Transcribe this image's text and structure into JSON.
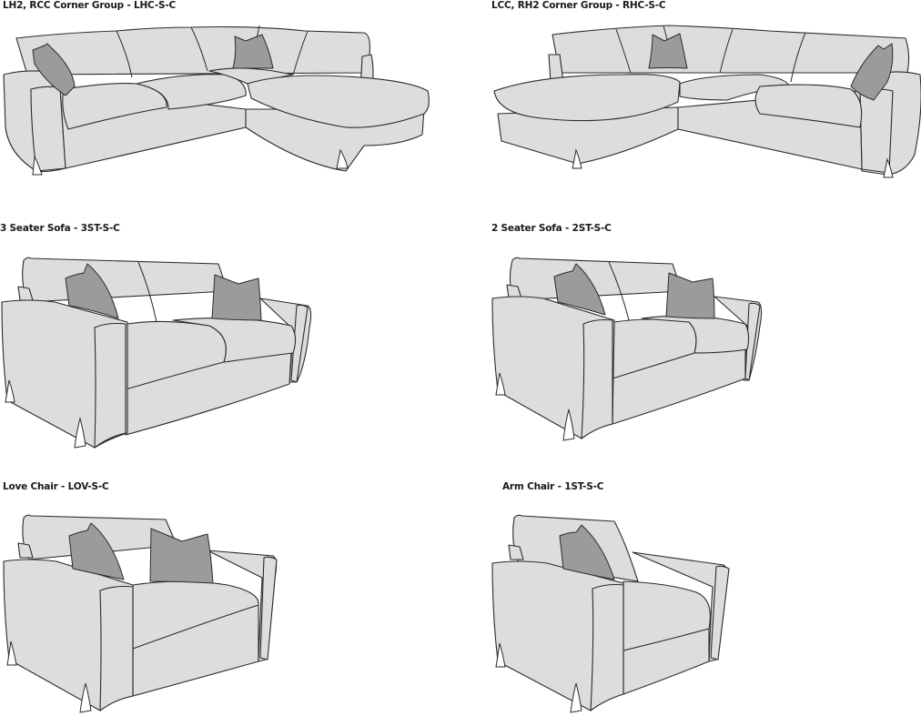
{
  "sheet": {
    "colors": {
      "background": "#ffffff",
      "upholstery": "#dcdddf",
      "scatter_cushion": "#9a9b9d",
      "outline": "#2b2b2b",
      "label_text": "#1a1a1a"
    },
    "items": [
      {
        "label": "LH2, RCC Corner Group - LHC-S-C",
        "type": "corner-group-left-chaise-right",
        "cushions": 2
      },
      {
        "label": "LCC, RH2 Corner Group -  RHC-S-C",
        "type": "corner-group-right-chaise-left",
        "cushions": 2
      },
      {
        "label": "3 Seater Sofa - 3ST-S-C",
        "type": "three-seater-sofa",
        "cushions": 2
      },
      {
        "label": "2 Seater Sofa - 2ST-S-C",
        "type": "two-seater-sofa",
        "cushions": 2
      },
      {
        "label": "Love Chair - LOV-S-C",
        "type": "love-chair",
        "cushions": 2
      },
      {
        "label": "Arm Chair - 1ST-S-C",
        "type": "arm-chair",
        "cushions": 1
      }
    ]
  }
}
